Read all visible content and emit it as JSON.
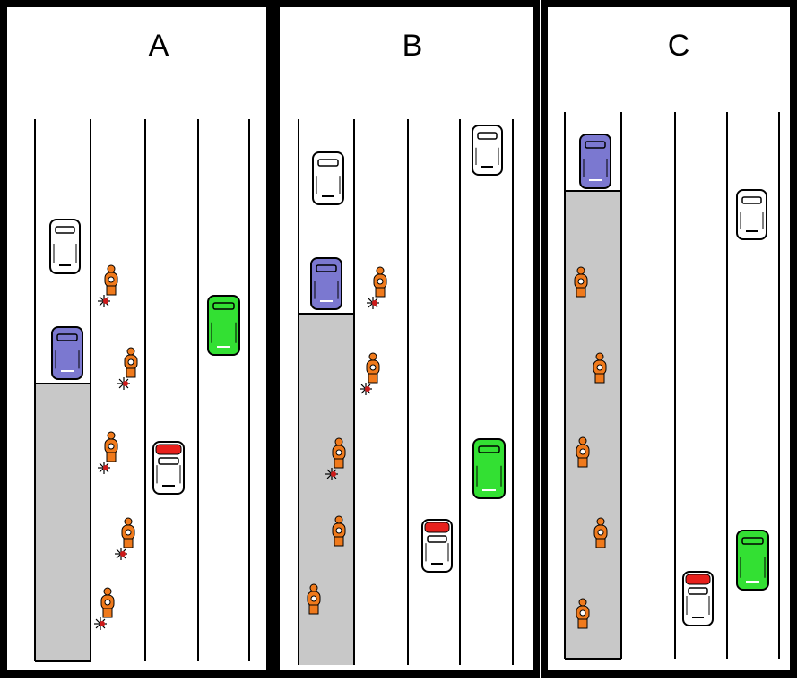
{
  "panels": [
    {
      "label": "A",
      "shoulder": {
        "from": "blue-car",
        "to": "bottom"
      },
      "vehicles": [
        {
          "kind": "white-car"
        },
        {
          "kind": "blue-car"
        },
        {
          "kind": "green-car"
        },
        {
          "kind": "white-red-car"
        }
      ],
      "worker_count": 5,
      "workers_in_shoulder": false
    },
    {
      "label": "B",
      "shoulder": {
        "from": "blue-car",
        "to": "bottom"
      },
      "vehicles": [
        {
          "kind": "white-car"
        },
        {
          "kind": "white-car"
        },
        {
          "kind": "blue-car"
        },
        {
          "kind": "green-car"
        },
        {
          "kind": "white-red-car"
        }
      ],
      "worker_count": 5,
      "workers_in_shoulder": "partial"
    },
    {
      "label": "C",
      "shoulder": {
        "from": "blue-car",
        "to": "bottom"
      },
      "vehicles": [
        {
          "kind": "blue-car"
        },
        {
          "kind": "white-car"
        },
        {
          "kind": "green-car"
        },
        {
          "kind": "white-red-car"
        }
      ],
      "worker_count": 5,
      "workers_in_shoulder": true
    }
  ],
  "colors": {
    "frame": "#000000",
    "lane_line": "#000000",
    "shoulder": "#c8c8c8",
    "white_car": "#ffffff",
    "blue_car": "#7b78d0",
    "green_car": "#33e033",
    "red_top": "#e8201c",
    "worker": "#f07a1c",
    "spark": "#cc1a1a"
  }
}
